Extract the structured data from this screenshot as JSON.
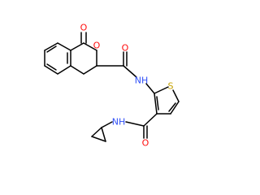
{
  "colors": {
    "background": "#ffffff",
    "bond": "#000000",
    "oxygen": "#ff0d0d",
    "nitrogen": "#3050f8",
    "sulfur": "#c6a200",
    "hydrogen": "#3050f8"
  },
  "labels": {
    "lactone_carbonyl_o": "O",
    "ring_o": "O",
    "amide1_o": "O",
    "amide1_nh": "NH",
    "thiophene_s": "S",
    "amide2_nh": "NH",
    "amide2_o": "O"
  }
}
